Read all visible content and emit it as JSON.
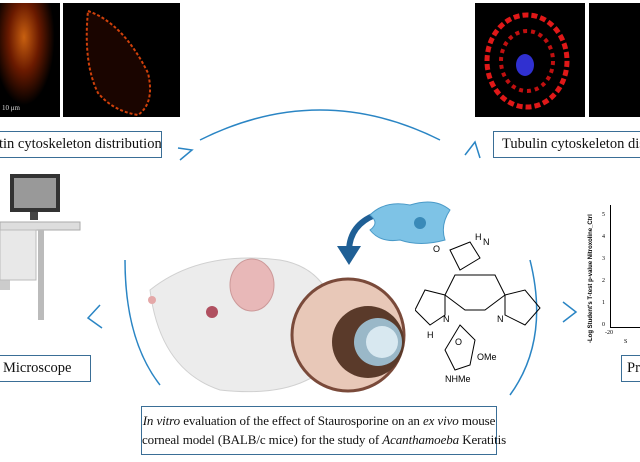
{
  "panels": {
    "actin_label": "tin cytoskeleton distribution",
    "actin_scale_bar": "10 μm",
    "tubulin_label": "Tubulin cytoskeleton distr",
    "microscope_label": "Microscope",
    "proteomics_label": "Pr"
  },
  "chart": {
    "ylabel": "-Log Student's T-test p-value Nitroxoline_Ctrl",
    "yticks": [
      "0",
      "1",
      "2",
      "3",
      "4",
      "5"
    ],
    "xticks": [
      "-20"
    ],
    "xlabel_fragment": "S"
  },
  "molecule": {
    "labels": [
      "O",
      "H",
      "N",
      "N",
      "H",
      "N",
      "O",
      "OMe",
      "NHMe"
    ]
  },
  "caption": {
    "line1_italic_a": "In vitro",
    "line1_text": " evaluation of the effect of Staurosporine on an ",
    "line1_italic_b": "ex vivo",
    "line1_end": "  mouse",
    "line2_text": "corneal model (BALB/c mice) for the study of ",
    "line2_italic": "Acanthamoeba",
    "line2_end": " Keratitis"
  },
  "colors": {
    "frame": "#3a6e96",
    "arrow": "#2a85c4",
    "amoeba": "#7ec3e6"
  }
}
